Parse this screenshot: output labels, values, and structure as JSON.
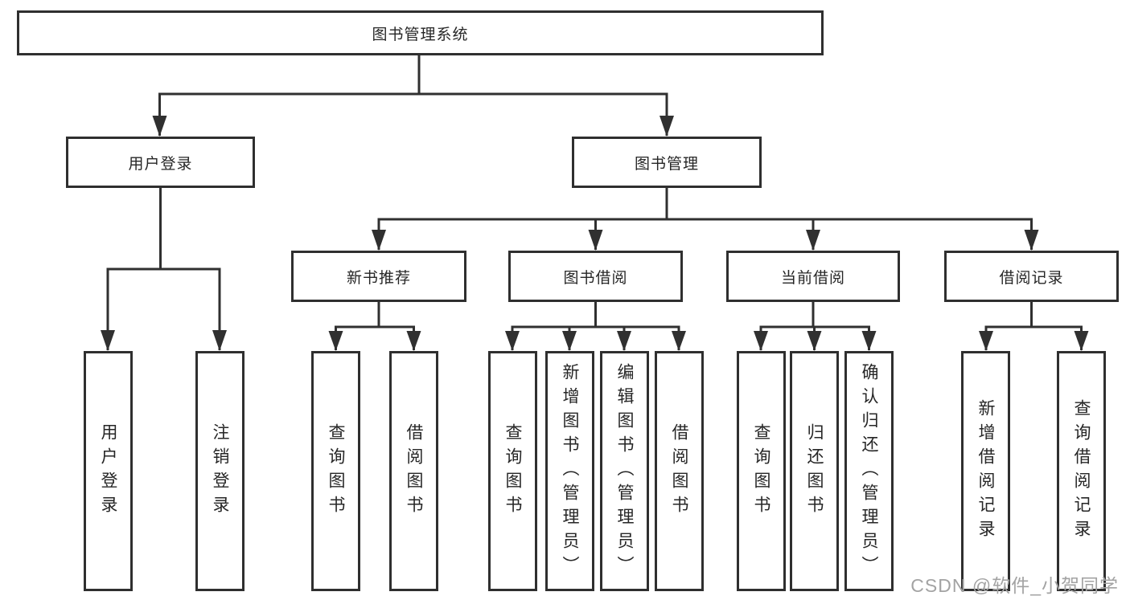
{
  "page": {
    "background": "#ffffff",
    "line_color": "#303030",
    "box_border_color": "#2f2f2f",
    "text_color": "#262626"
  },
  "watermark": {
    "text": "CSDN @软件_小贺同学",
    "color": "#a3a3a3"
  },
  "tree": {
    "root": "图书管理系统",
    "level1": [
      {
        "label": "用户登录",
        "children": [
          "用户登录",
          "注销登录"
        ]
      },
      {
        "label": "图书管理",
        "groups": [
          {
            "label": "新书推荐",
            "children": [
              "查询图书",
              "借阅图书"
            ]
          },
          {
            "label": "图书借阅",
            "children": [
              "查询图书",
              "新增图书（管理员）",
              "编辑图书（管理员）",
              "借阅图书"
            ]
          },
          {
            "label": "当前借阅",
            "children": [
              "查询图书",
              "归还图书",
              "确认归还（管理员）"
            ]
          },
          {
            "label": "借阅记录",
            "children": [
              "新增借阅记录",
              "查询借阅记录"
            ]
          }
        ]
      }
    ]
  }
}
